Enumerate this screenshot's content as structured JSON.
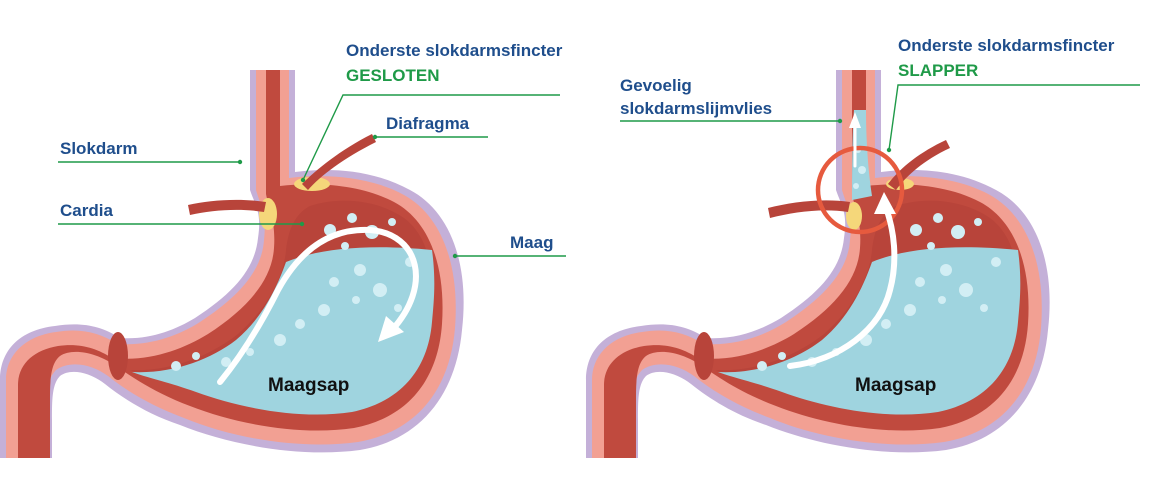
{
  "colors": {
    "label_blue": "#1f4e8c",
    "label_green": "#1f9a48",
    "leader_line": "#1f9a48",
    "tissue_outer": "#f2a093",
    "tissue_inner": "#c04a3e",
    "muscle_band": "#b8443a",
    "gastric_juice": "#9fd4df",
    "fat_pads": "#f5d77a",
    "highlight_ring": "#e65a3e"
  },
  "left_panel": {
    "sphincter_label": "Onderste slokdarmsfincter",
    "sphincter_state": "GESLOTEN",
    "diafragma": "Diafragma",
    "slokdarm": "Slokdarm",
    "cardia": "Cardia",
    "maag": "Maag",
    "maagsap": "Maagsap"
  },
  "right_panel": {
    "sphincter_label": "Onderste slokdarmsfincter",
    "sphincter_state": "SLAPPER",
    "mucosa_line1": "Gevoelig",
    "mucosa_line2": "slokdarmslijmvlies",
    "maagsap": "Maagsap"
  }
}
